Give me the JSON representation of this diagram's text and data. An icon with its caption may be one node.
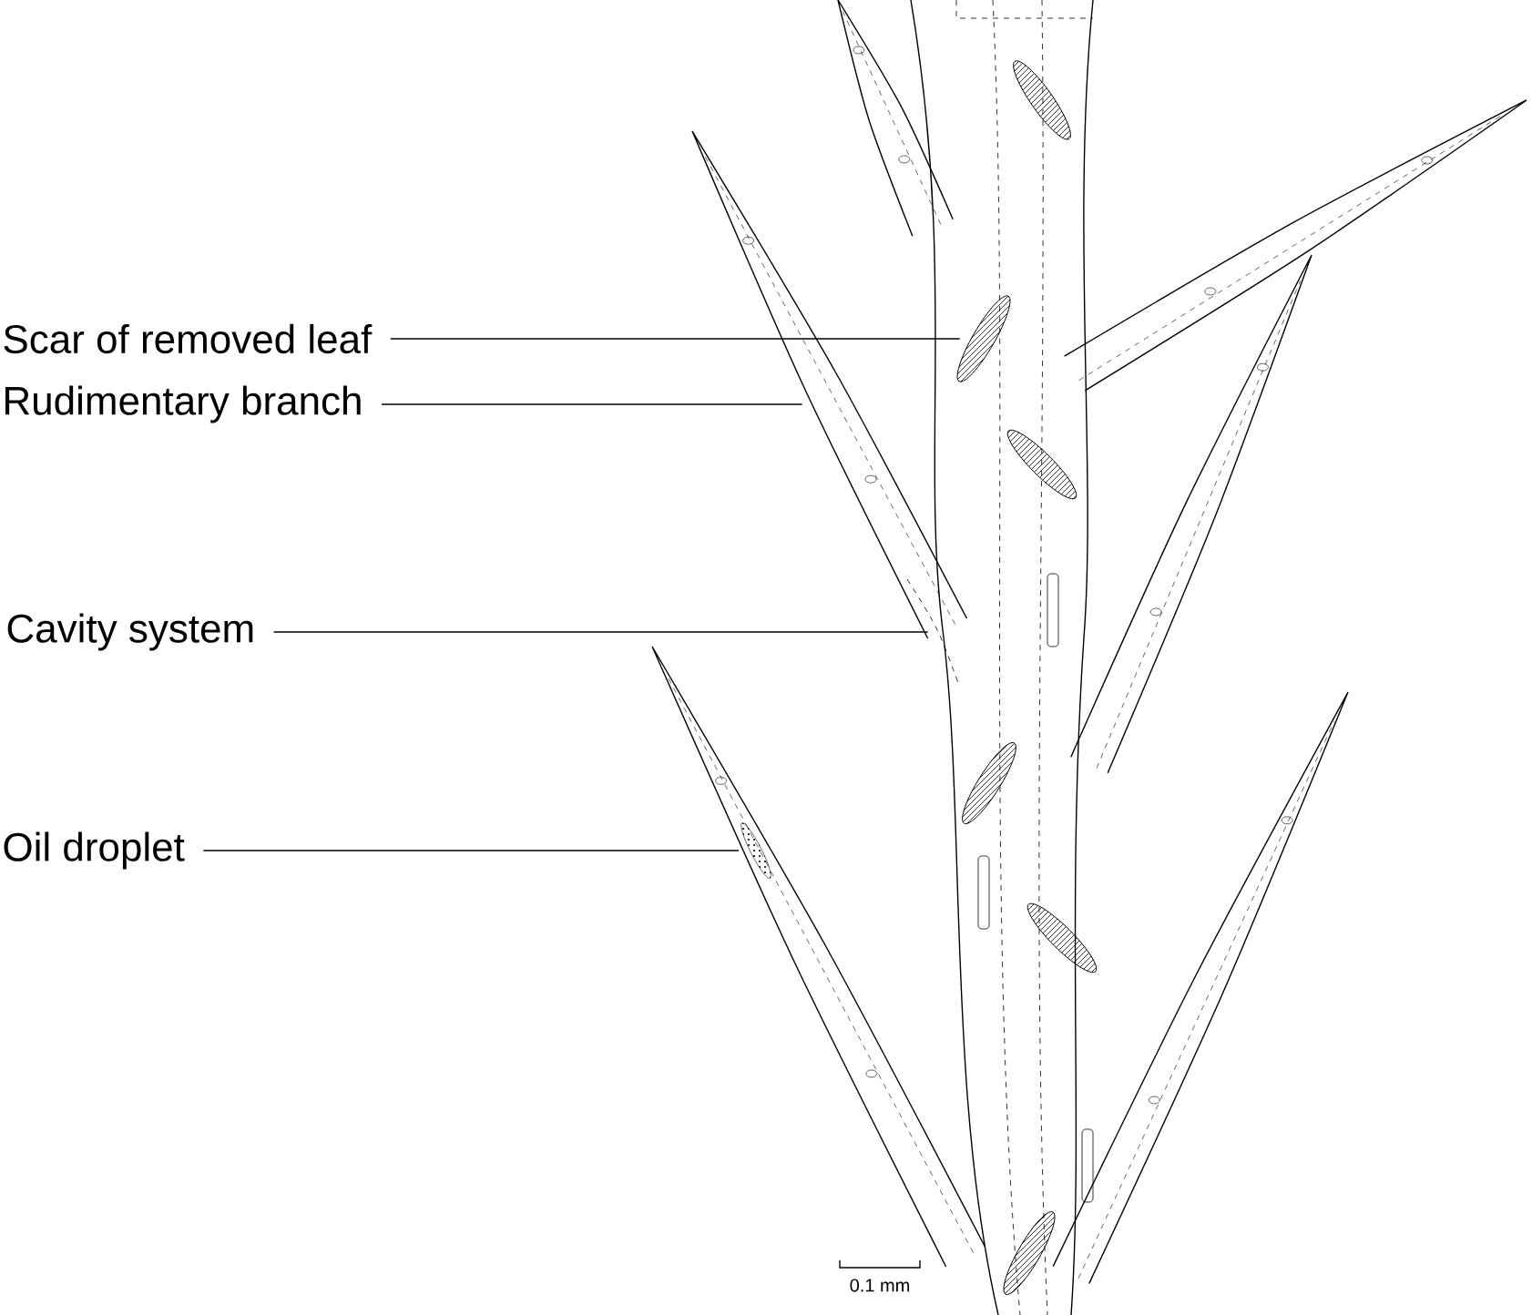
{
  "diagram": {
    "nodes": [
      {
        "text": [
          "Scar of removed leaf"
        ]
      },
      {
        "text": [
          "Rudimentary branch"
        ]
      },
      {
        "text": [
          "Cavity system"
        ]
      },
      {
        "text": [
          "Oil droplet"
        ]
      },
      {
        "text": [],
        "shape": "picture"
      },
      {
        "text": [],
        "shape": "picture"
      },
      {
        "text": [],
        "shape": "picture"
      },
      {
        "text": [],
        "shape": "picture"
      }
    ],
    "edges": [
      {
        "from": 0,
        "to": 4,
        "arrow": "none"
      },
      {
        "from": 1,
        "to": 5,
        "arrow": "none"
      },
      {
        "from": 2,
        "to": 6,
        "arrow": "none"
      },
      {
        "from": 3,
        "to": 7,
        "arrow": "none"
      }
    ],
    "labels": [
      "0.1 mm"
    ]
  }
}
